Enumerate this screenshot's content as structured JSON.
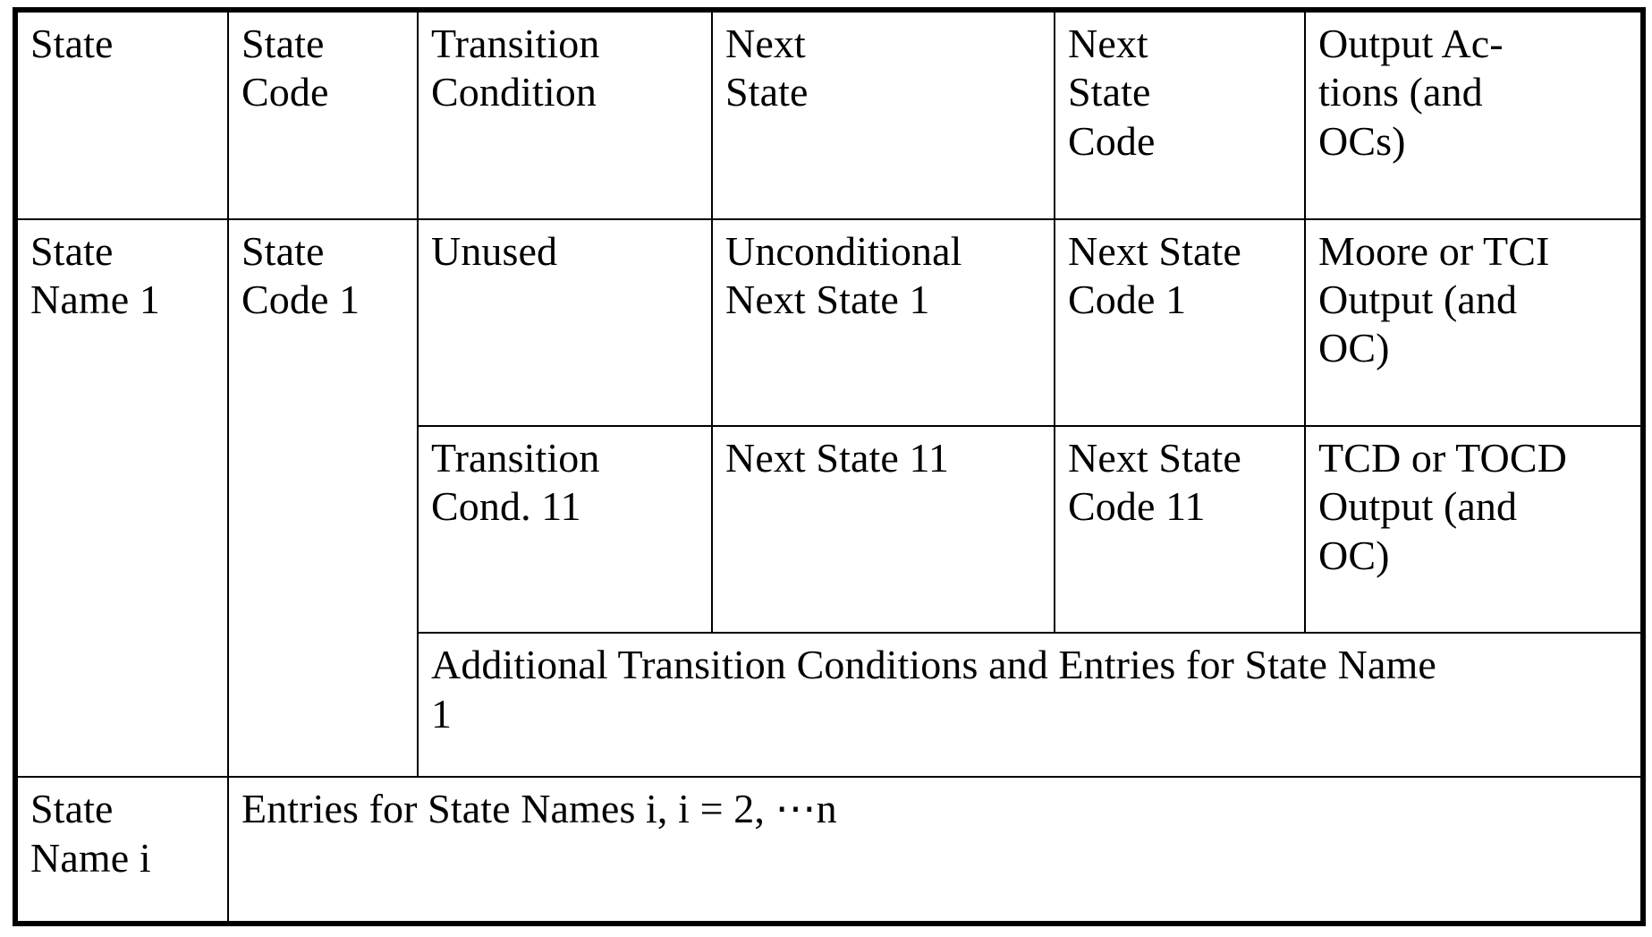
{
  "table": {
    "columns": [
      {
        "key": "state",
        "header": "State"
      },
      {
        "key": "state_code",
        "header": "State\nCode"
      },
      {
        "key": "condition",
        "header": "Transition\nCondition"
      },
      {
        "key": "next_state",
        "header": "Next\nState"
      },
      {
        "key": "next_code",
        "header": "Next\nState\nCode"
      },
      {
        "key": "output",
        "header": "Output Ac-\ntions (and\nOCs)"
      }
    ],
    "rows": {
      "row1": {
        "state": "State\nName 1",
        "state_code": "State\nCode 1",
        "condition": "Unused",
        "next_state": "Unconditional\nNext State 1",
        "next_code": "Next State\nCode 1",
        "output": "Moore or TCI\nOutput (and\nOC)"
      },
      "row2": {
        "condition": "Transition\nCond. 11",
        "next_state": "Next State 11",
        "next_code": "Next State\nCode 11",
        "output": "TCD or TOCD\nOutput (and\nOC)"
      },
      "row3": {
        "additional": "Additional Transition Conditions and Entries for State Name\n1"
      },
      "row4": {
        "state": "State\nName i",
        "entries": "Entries for State Names i,  i = 2, ⋯n"
      }
    }
  },
  "style": {
    "border_color": "#000000",
    "background_color": "#ffffff",
    "text_color": "#000000"
  }
}
